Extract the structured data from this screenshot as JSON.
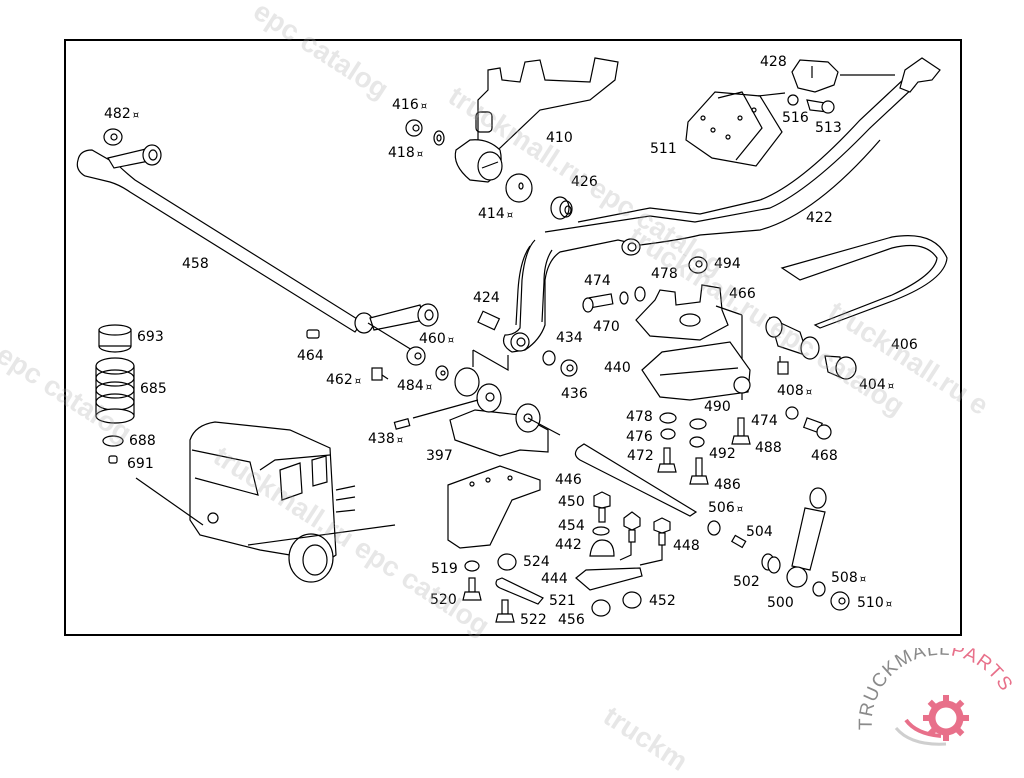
{
  "diagram": {
    "title": "Rear suspension / spring mounting exploded parts diagram",
    "marker_symbol": "¤",
    "parts": [
      {
        "id": "482",
        "marked": true
      },
      {
        "id": "416",
        "marked": true
      },
      {
        "id": "418",
        "marked": true
      },
      {
        "id": "410",
        "marked": false
      },
      {
        "id": "414",
        "marked": true
      },
      {
        "id": "426",
        "marked": false
      },
      {
        "id": "428",
        "marked": false
      },
      {
        "id": "516",
        "marked": false
      },
      {
        "id": "513",
        "marked": false
      },
      {
        "id": "511",
        "marked": false
      },
      {
        "id": "422",
        "marked": false
      },
      {
        "id": "458",
        "marked": false
      },
      {
        "id": "478",
        "marked": false
      },
      {
        "id": "494",
        "marked": false
      },
      {
        "id": "474",
        "marked": false
      },
      {
        "id": "466",
        "marked": false
      },
      {
        "id": "424",
        "marked": false
      },
      {
        "id": "470",
        "marked": false
      },
      {
        "id": "434",
        "marked": false
      },
      {
        "id": "406",
        "marked": false
      },
      {
        "id": "693",
        "marked": false
      },
      {
        "id": "464",
        "marked": false
      },
      {
        "id": "460",
        "marked": true
      },
      {
        "id": "440",
        "marked": false
      },
      {
        "id": "685",
        "marked": false
      },
      {
        "id": "462",
        "marked": true
      },
      {
        "id": "484",
        "marked": true
      },
      {
        "id": "436",
        "marked": false
      },
      {
        "id": "408",
        "marked": true
      },
      {
        "id": "404",
        "marked": true
      },
      {
        "id": "490",
        "marked": false
      },
      {
        "id": "438",
        "marked": true
      },
      {
        "id": "478b",
        "label": "478",
        "marked": false
      },
      {
        "id": "474b",
        "label": "474",
        "marked": false
      },
      {
        "id": "688",
        "marked": false
      },
      {
        "id": "476",
        "marked": false
      },
      {
        "id": "488",
        "marked": false
      },
      {
        "id": "397",
        "marked": false
      },
      {
        "id": "472",
        "marked": false
      },
      {
        "id": "492",
        "marked": false
      },
      {
        "id": "468",
        "marked": false
      },
      {
        "id": "691",
        "marked": false
      },
      {
        "id": "446",
        "marked": false
      },
      {
        "id": "486",
        "marked": false
      },
      {
        "id": "450",
        "marked": false
      },
      {
        "id": "506",
        "marked": true
      },
      {
        "id": "454",
        "marked": false
      },
      {
        "id": "504",
        "marked": false
      },
      {
        "id": "442",
        "marked": false
      },
      {
        "id": "448",
        "marked": false
      },
      {
        "id": "519",
        "marked": false
      },
      {
        "id": "524",
        "marked": false
      },
      {
        "id": "444",
        "marked": false
      },
      {
        "id": "502",
        "marked": false
      },
      {
        "id": "508",
        "marked": true
      },
      {
        "id": "520",
        "marked": false
      },
      {
        "id": "521",
        "marked": false
      },
      {
        "id": "452",
        "marked": false
      },
      {
        "id": "500",
        "marked": false
      },
      {
        "id": "510",
        "marked": true
      },
      {
        "id": "522",
        "marked": false
      },
      {
        "id": "456",
        "marked": false
      }
    ]
  },
  "watermarks": [
    "epc catalog",
    "truckmall.ru epc catalog",
    "truckmall.ru epc catalog",
    "l epc catalog",
    "truckmall.ru epc catalog",
    "truckmall.ru e",
    "truckm"
  ],
  "logo": {
    "text_gray": "TRUCKMALL",
    "text_accent": "PARTS",
    "gray_color": "#8a8a8a",
    "accent_color": "#e8708a",
    "icon": "gear-icon"
  }
}
